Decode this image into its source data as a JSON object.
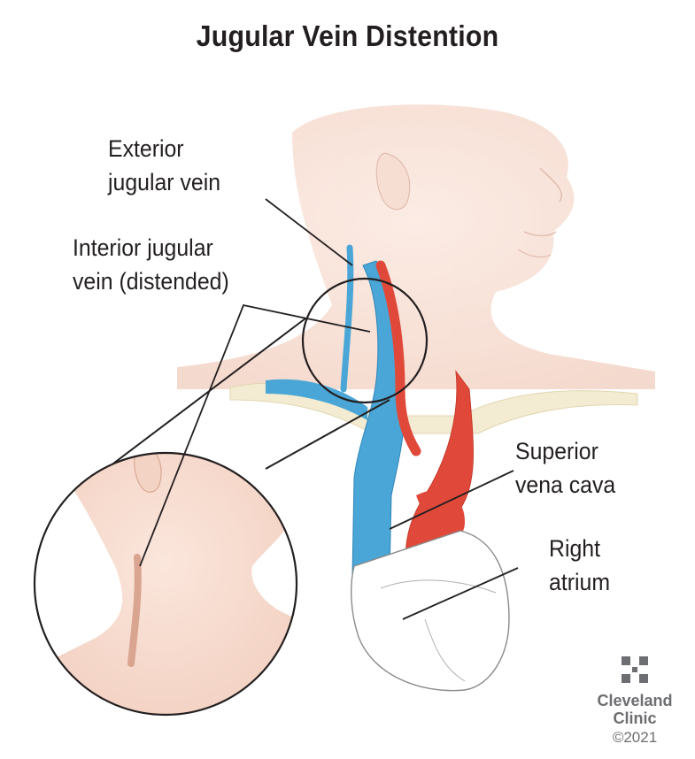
{
  "title": "Jugular Vein Distention",
  "labels": {
    "exterior_line1": "Exterior",
    "exterior_line2": "jugular vein",
    "interior_line1": "Interior jugular",
    "interior_line2": "vein (distended)",
    "svc_line1": "Superior",
    "svc_line2": "vena cava",
    "atrium_line1": "Right",
    "atrium_line2": "atrium"
  },
  "logo": {
    "line1": "Cleveland",
    "line2": "Clinic",
    "copyright": "©2021",
    "color": "#6d6e71"
  },
  "colors": {
    "skin": "#f6dccf",
    "skin_shadow": "#eec4b2",
    "vein_blue": "#4aa6d6",
    "artery_red": "#e0493a",
    "bone": "#f3ecd2",
    "heart": "#ffffff",
    "line": "#231f20"
  }
}
